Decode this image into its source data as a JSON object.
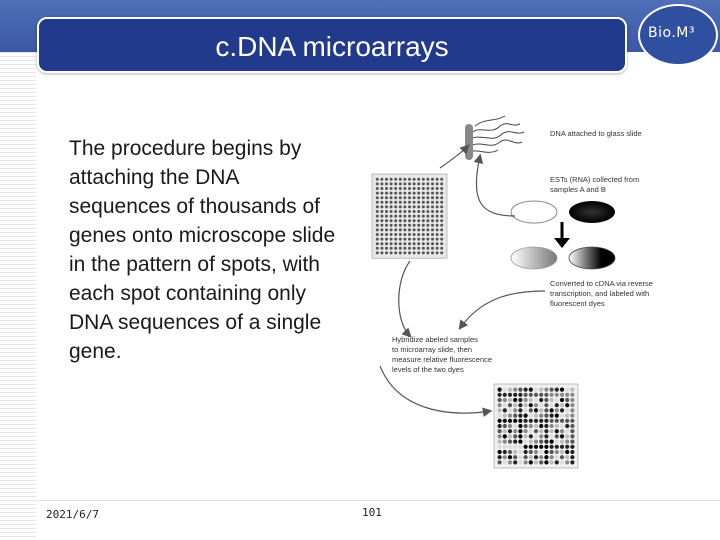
{
  "header": {
    "title": "c.DNA microarrays",
    "logo_text": "Bio.M³"
  },
  "body": {
    "text": "The procedure begins by attaching the DNA sequences of thousands of genes onto microscope slide in the pattern of spots, with each spot containing only DNA sequences of a single gene."
  },
  "figure": {
    "labels": {
      "dna_attached": "DNA attached to glass slide",
      "ests_collected": "ESTs (RNA) collected from\nsamples A and B",
      "converted": "Converted to cDNA via reverse\ntranscription, and labeled with\nfluorescent dyes",
      "hybridize": "Hybridize abeled samples\nto microarray slide, then\nmeasure relative fluorescence\nlevels of the two dyes"
    }
  },
  "footer": {
    "date": "2021/6/7",
    "page": "101"
  }
}
